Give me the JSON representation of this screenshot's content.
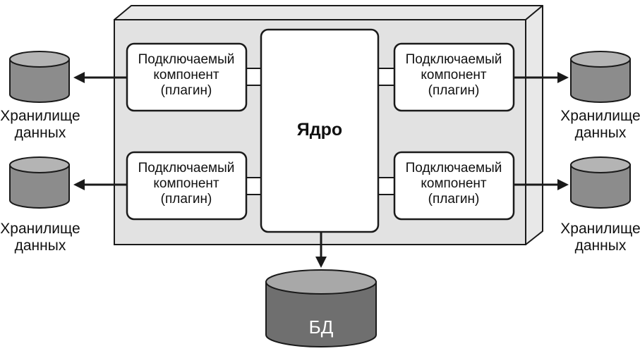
{
  "diagram": {
    "core_label": "Ядро",
    "plugin_line1": "Подключаемый",
    "plugin_line2": "компонент",
    "plugin_line3": "(плагин)",
    "storage_line1": "Хранилище",
    "storage_line2": "данных",
    "db_label": "БД"
  }
}
